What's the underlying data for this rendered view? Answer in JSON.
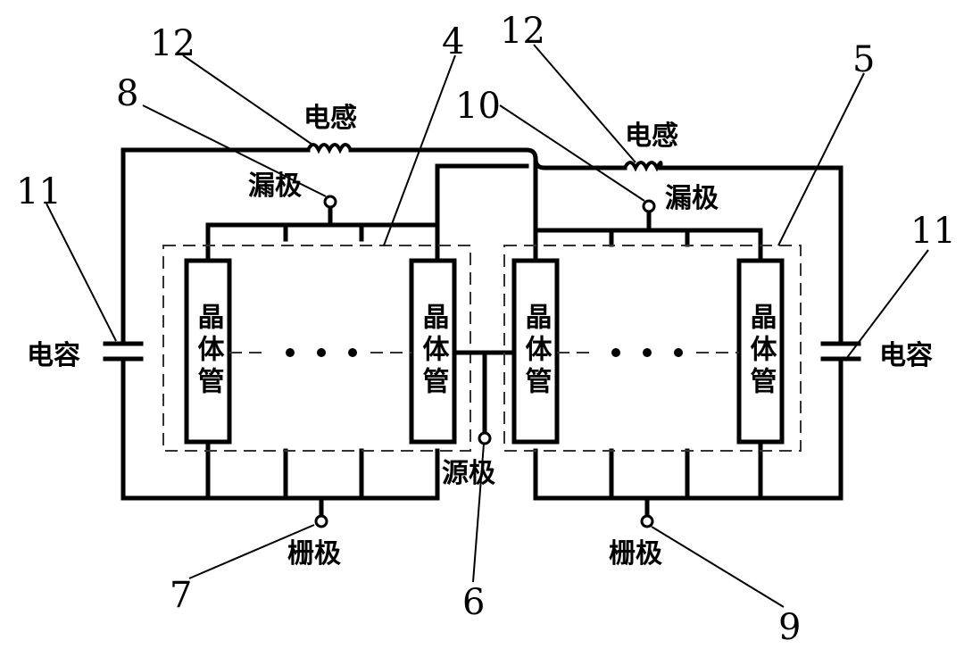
{
  "labels": {
    "inductor": "电感",
    "drain": "漏极",
    "capacitor": "电容",
    "source": "源极",
    "gate": "栅极",
    "transistor": "晶体管"
  },
  "refs": {
    "n4": "4",
    "n5": "5",
    "n6": "6",
    "n7": "7",
    "n8": "8",
    "n9": "9",
    "n10": "10",
    "n11": "11",
    "n12": "12"
  }
}
